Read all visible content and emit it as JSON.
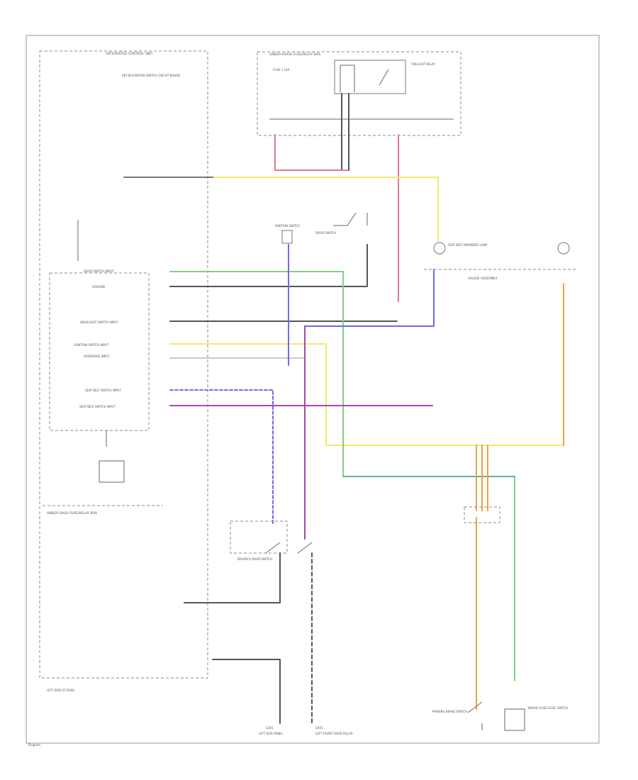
{
  "wire_colors": {
    "red": "#e07a8a",
    "yellow": "#f2ea6a",
    "green": "#7fd17f",
    "blue": "#6b6bf0",
    "purple": "#a54aa5",
    "orange": "#f0a040",
    "teal": "#5fb0a0",
    "black": "#555555",
    "gray": "#c8c8c8"
  },
  "modules": {
    "integrated_control_unit": {
      "title": "INTEGRATED CONTROL UNIT",
      "note": "KEY-IN-IGNITION SWITCH CIRCUIT BOARD"
    },
    "under_hood_box": {
      "title": "UNDER-DASH FUSE/RELAY BOX",
      "sub": "LEFT SIDE OF DASH"
    },
    "fuse_box": {
      "title": "UNDER-HOOD FUSE/RELAY BOX",
      "fuse_label": "FUSE 1 10A",
      "relay_label": "TAILLIGHT RELAY"
    },
    "gauge_assembly": {
      "title": "GAUGE ASSEMBLY"
    },
    "ignition_switch": {
      "label": "IGNITION SWITCH"
    },
    "door_switch": {
      "label": "DOOR SWITCH"
    },
    "driver_door": {
      "label": "DRIVER'S DOOR SWITCH"
    },
    "seat_belt_lamp": {
      "label": "SEAT BELT REMINDER LAMP"
    },
    "parking_brake": {
      "label": "PARKING BRAKE SWITCH"
    },
    "brake_fluid": {
      "label": "BRAKE FLUID LEVEL SWITCH"
    }
  },
  "pins": [
    "DOOR SWITCH INPUT",
    "GROUND",
    "HEADLIGHT SWITCH INPUT",
    "IGNITION SWITCH INPUT",
    "OVERDRIVE INPUT",
    "SEAT BELT SWITCH INPUT",
    "SEAT BELT SWITCH INPUT"
  ],
  "ground_labels": {
    "g1": "G201",
    "g2": "G401",
    "g1_loc": "LEFT KICK PANEL",
    "g2_loc": "LEFT FRONT DOOR PILLAR"
  },
  "footer": "Diagram"
}
